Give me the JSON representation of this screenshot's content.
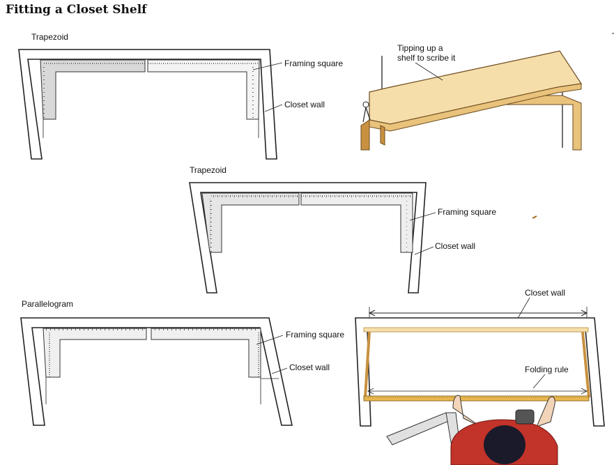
{
  "page": {
    "title": "Fitting a Closet Shelf"
  },
  "diagrams": {
    "trapezoid_top": {
      "heading": "Trapezoid",
      "label_square": "Framing square",
      "label_wall": "Closet wall"
    },
    "shelf_scribe": {
      "caption_line1": "Tipping up a",
      "caption_line2": "shelf to scribe it"
    },
    "trapezoid_middle": {
      "heading": "Trapezoid",
      "label_square": "Framing square",
      "label_wall": "Closet wall"
    },
    "parallelogram": {
      "heading": "Parallelogram",
      "label_square": "Framing square",
      "label_wall": "Closet wall"
    },
    "folding_rule": {
      "label_wall": "Closet wall",
      "label_rule": "Folding rule"
    }
  },
  "colors": {
    "wood_light": "#f5deaa",
    "wood_mid": "#e9c27c",
    "wood_dark": "#c9913f",
    "square_fill": "#d9d9d9",
    "shirt": "#c2332a",
    "hair": "#1a1a2a",
    "skin": "#f2d4b8"
  }
}
